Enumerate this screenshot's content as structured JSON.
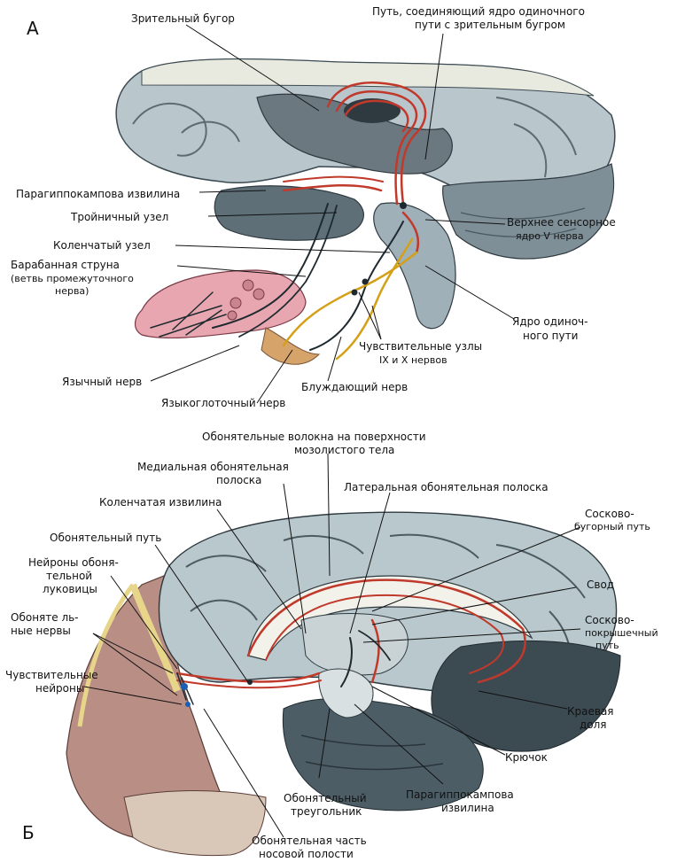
{
  "panels": {
    "a": "А",
    "b": "Б"
  },
  "top_labels": {
    "thalamus": "Зрительный бугор",
    "path_line1": "Путь, соединяющий ядро одиночного",
    "path_line2": "пути с зрительным бугром",
    "parahippocampal": "Парагиппокампова извилина",
    "trigeminal_ganglion": "Тройничный узел",
    "geniculate_ganglion": "Коленчатый узел",
    "chorda_line1": "Барабанная струна",
    "chorda_line2": "(ветвь промежуточного",
    "chorda_line3": "нерва)",
    "upper_sensory_line1": "Верхнее сенсорное",
    "upper_sensory_line2": "ядро V нерва",
    "solitary_line1": "Ядро одиноч-",
    "solitary_line2": "ного пути",
    "sensory_nodes_line1": "Чувствительные узлы",
    "sensory_nodes_line2": "IX и X нервов",
    "lingual": "Язычный нерв",
    "vagus": "Блуждающий нерв",
    "glossopharyngeal": "Языкоглоточный нерв"
  },
  "bottom_labels": {
    "fibers_line1": "Обонятельные волокна на поверхности",
    "fibers_line2": "мозолистого тела",
    "medial_line1": "Медиальная обонятельная",
    "medial_line2": "полоска",
    "lateral": "Латеральная обонятельная полоска",
    "geniculate_gyrus": "Коленчатая извилина",
    "olf_tract": "Обонятельный путь",
    "neurons_line1": "Нейроны обоня-",
    "neurons_line2": "тельной",
    "neurons_line3": "луковицы",
    "olf_nerves_line1": "Обоняте ль-",
    "olf_nerves_line2": "ные нервы",
    "sens_neurons_line1": "Чувствительные",
    "sens_neurons_line2": "нейроны",
    "mammillo_tub_line1": "Сосково-",
    "mammillo_tub_line2": "бугорный путь",
    "fornix": "Свод",
    "mammillo_teg_line1": "Сосково-",
    "mammillo_teg_line2": "покрышечный",
    "mammillo_teg_line3": "путь",
    "limbic_line1": "Краевая",
    "limbic_line2": "доля",
    "uncus": "Крючок",
    "parahip_line1": "Парагиппокампова",
    "parahip_line2": "извилина",
    "olf_triangle_line1": "Обонятельный",
    "olf_triangle_line2": "треугольник",
    "olf_part_line1": "Обонятельная часть",
    "olf_part_line2": "носовой полости"
  }
}
